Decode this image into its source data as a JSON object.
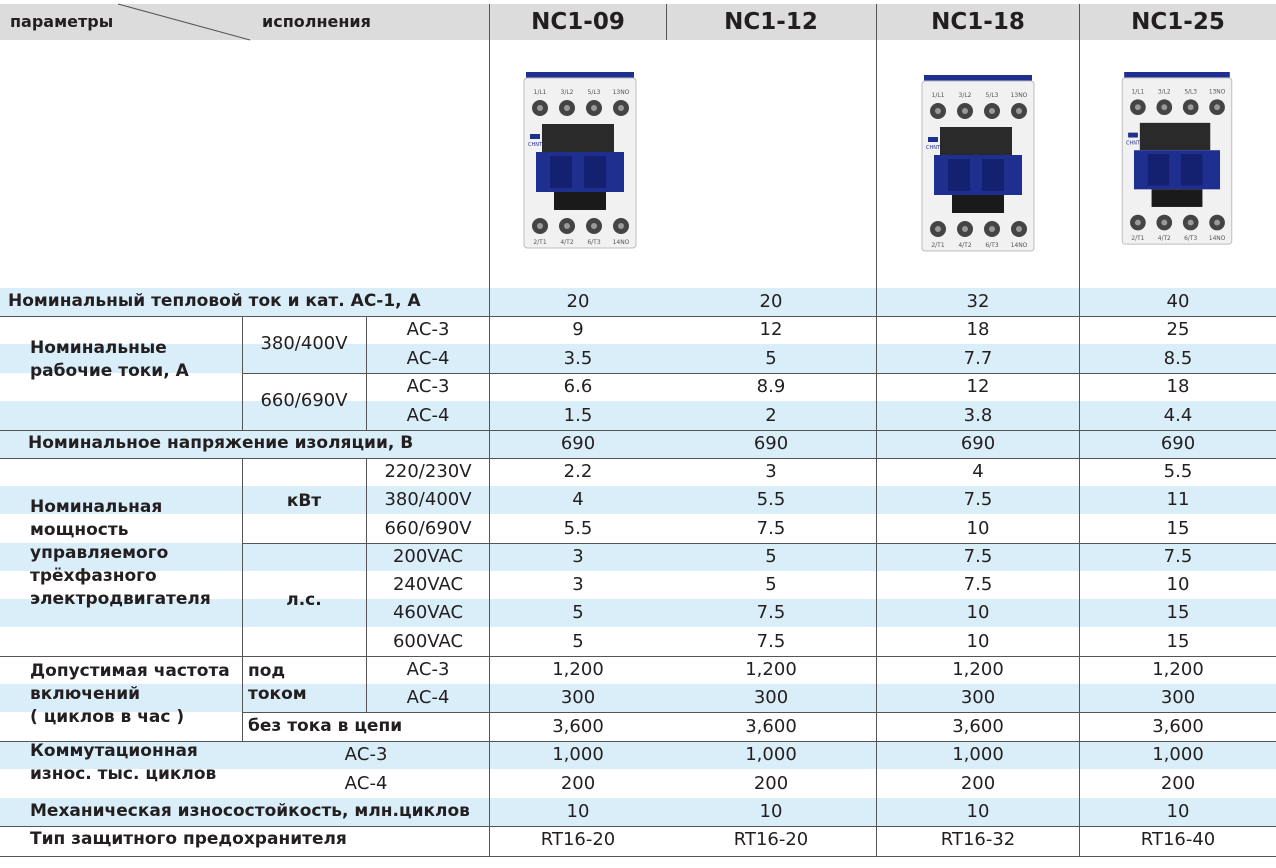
{
  "header": {
    "params_label": "параметры",
    "versions_label": "исполнения",
    "models": [
      "NC1-09",
      "NC1-12",
      "NC1-18",
      "NC1-25"
    ]
  },
  "product_images": [
    {
      "brand": "CHNT",
      "terminals_top": [
        "1/L1",
        "3/L2",
        "5/L3",
        "13NO"
      ],
      "terminals_bottom": [
        "2/T1",
        "4/T2",
        "6/T3",
        "14NO"
      ]
    },
    {
      "brand": "CHNT",
      "terminals_top": [
        "1/L1",
        "3/L2",
        "5/L3",
        "13NO"
      ],
      "terminals_bottom": [
        "2/T1",
        "4/T2",
        "6/T3",
        "14NO"
      ]
    },
    {
      "brand": "CHNT",
      "terminals_top": [
        "1/L1",
        "3/L2",
        "5/L3",
        "13NO"
      ],
      "terminals_bottom": [
        "2/T1",
        "4/T2",
        "6/T3",
        "14NO"
      ]
    }
  ],
  "labels": {
    "thermal_current": "Номинальный тепловой ток и кат. АС-1, А",
    "working_currents": [
      "Номинальные",
      "рабочие токи, А"
    ],
    "v380": "380/400V",
    "v660": "660/690V",
    "ac3": "АС-3",
    "ac4": "АС-4",
    "insulation": "Номинальное напряжение изоляции, В",
    "power": [
      "Номинальная",
      "мощность",
      "управляемого",
      "трёхфазного",
      "электродвигателя"
    ],
    "kw": "кВт",
    "hp": "л.с.",
    "v220": "220/230V",
    "v380b": "380/400V",
    "v660b": "660/690V",
    "vac200": "200VAC",
    "vac240": "240VAC",
    "vac460": "460VAC",
    "vac600": "600VAC",
    "frequency": [
      "Допустимая частота",
      "включений",
      "( циклов в час )"
    ],
    "under_load": [
      "под",
      "током"
    ],
    "no_load": "без тока в цепи",
    "commutation": [
      "Коммутационная",
      "износ. тыс. циклов"
    ],
    "mechanical": "Механическая износостойкость, млн.циклов",
    "fuse": "Тип защитного предохранителя"
  },
  "values": {
    "thermal": [
      "20",
      "20",
      "32",
      "40"
    ],
    "i380_ac3": [
      "9",
      "12",
      "18",
      "25"
    ],
    "i380_ac4": [
      "3.5",
      "5",
      "7.7",
      "8.5"
    ],
    "i660_ac3": [
      "6.6",
      "8.9",
      "12",
      "18"
    ],
    "i660_ac4": [
      "1.5",
      "2",
      "3.8",
      "4.4"
    ],
    "insulation": [
      "690",
      "690",
      "690",
      "690"
    ],
    "kw220": [
      "2.2",
      "3",
      "4",
      "5.5"
    ],
    "kw380": [
      "4",
      "5.5",
      "7.5",
      "11"
    ],
    "kw660": [
      "5.5",
      "7.5",
      "10",
      "15"
    ],
    "hp200": [
      "3",
      "5",
      "7.5",
      "7.5"
    ],
    "hp240": [
      "3",
      "5",
      "7.5",
      "10"
    ],
    "hp460": [
      "5",
      "7.5",
      "10",
      "15"
    ],
    "hp600": [
      "5",
      "7.5",
      "10",
      "15"
    ],
    "freq_ac3": [
      "1,200",
      "1,200",
      "1,200",
      "1,200"
    ],
    "freq_ac4": [
      "300",
      "300",
      "300",
      "300"
    ],
    "freq_noload": [
      "3,600",
      "3,600",
      "3,600",
      "3,600"
    ],
    "comm_ac3": [
      "1,000",
      "1,000",
      "1,000",
      "1,000"
    ],
    "comm_ac4": [
      "200",
      "200",
      "200",
      "200"
    ],
    "mechanical": [
      "10",
      "10",
      "10",
      "10"
    ],
    "fuse": [
      "RT16-20",
      "RT16-20",
      "RT16-32",
      "RT16-40"
    ]
  },
  "colors": {
    "header_bg": "#dcdcdc",
    "row_band": "#daeef9",
    "device_blue": "#1f2f8f"
  }
}
